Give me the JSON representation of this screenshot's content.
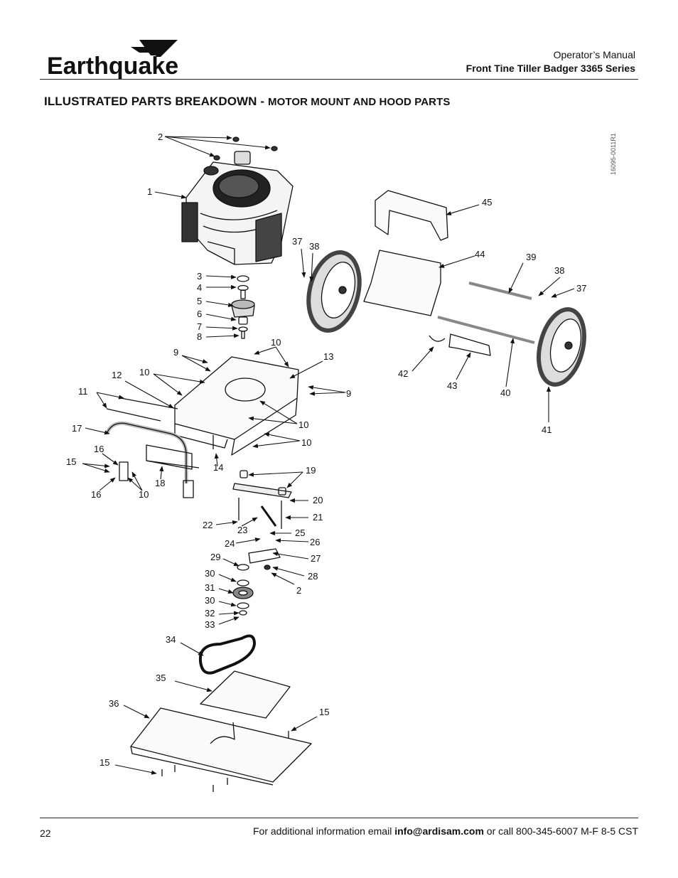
{
  "brand": {
    "name": "Earthquake",
    "logo_icon": "earthquake-chevron-logo"
  },
  "header": {
    "manual_label": "Operator’s Manual",
    "model_label": "Front Tine Tiller Badger 3365 Series"
  },
  "section": {
    "title_main": "ILLUSTRATED PARTS BREAKDOWN - ",
    "title_sub": "MOTOR MOUNT AND HOOD PARTS"
  },
  "drawing_code": "16095-0011R1",
  "callouts": {
    "c1": "1",
    "c2": "2",
    "c3": "3",
    "c4": "4",
    "c5": "5",
    "c6": "6",
    "c7": "7",
    "c8": "8",
    "c9a": "9",
    "c9b": "9",
    "c10a": "10",
    "c10b": "10",
    "c10c": "10",
    "c10d": "10",
    "c10e": "10",
    "c11": "11",
    "c12": "12",
    "c13": "13",
    "c14": "14",
    "c15a": "15",
    "c15b": "15",
    "c15c": "15",
    "c16a": "16",
    "c16b": "16",
    "c17": "17",
    "c18": "18",
    "c19": "19",
    "c20": "20",
    "c21": "21",
    "c22": "22",
    "c23": "23",
    "c24": "24",
    "c25": "25",
    "c26": "26",
    "c27": "27",
    "c28": "28",
    "c2b": "2",
    "c29": "29",
    "c30a": "30",
    "c30b": "30",
    "c31": "31",
    "c32": "32",
    "c33": "33",
    "c34": "34",
    "c35": "35",
    "c36": "36",
    "c37a": "37",
    "c37b": "37",
    "c38a": "38",
    "c38b": "38",
    "c39": "39",
    "c40": "40",
    "c41": "41",
    "c42": "42",
    "c43": "43",
    "c44": "44",
    "c45": "45"
  },
  "footer": {
    "page_number": "22",
    "info_prefix": "For additional information email ",
    "email": "info@ardisam.com",
    "info_suffix": " or call 800-345-6007 M-F 8-5 CST"
  }
}
